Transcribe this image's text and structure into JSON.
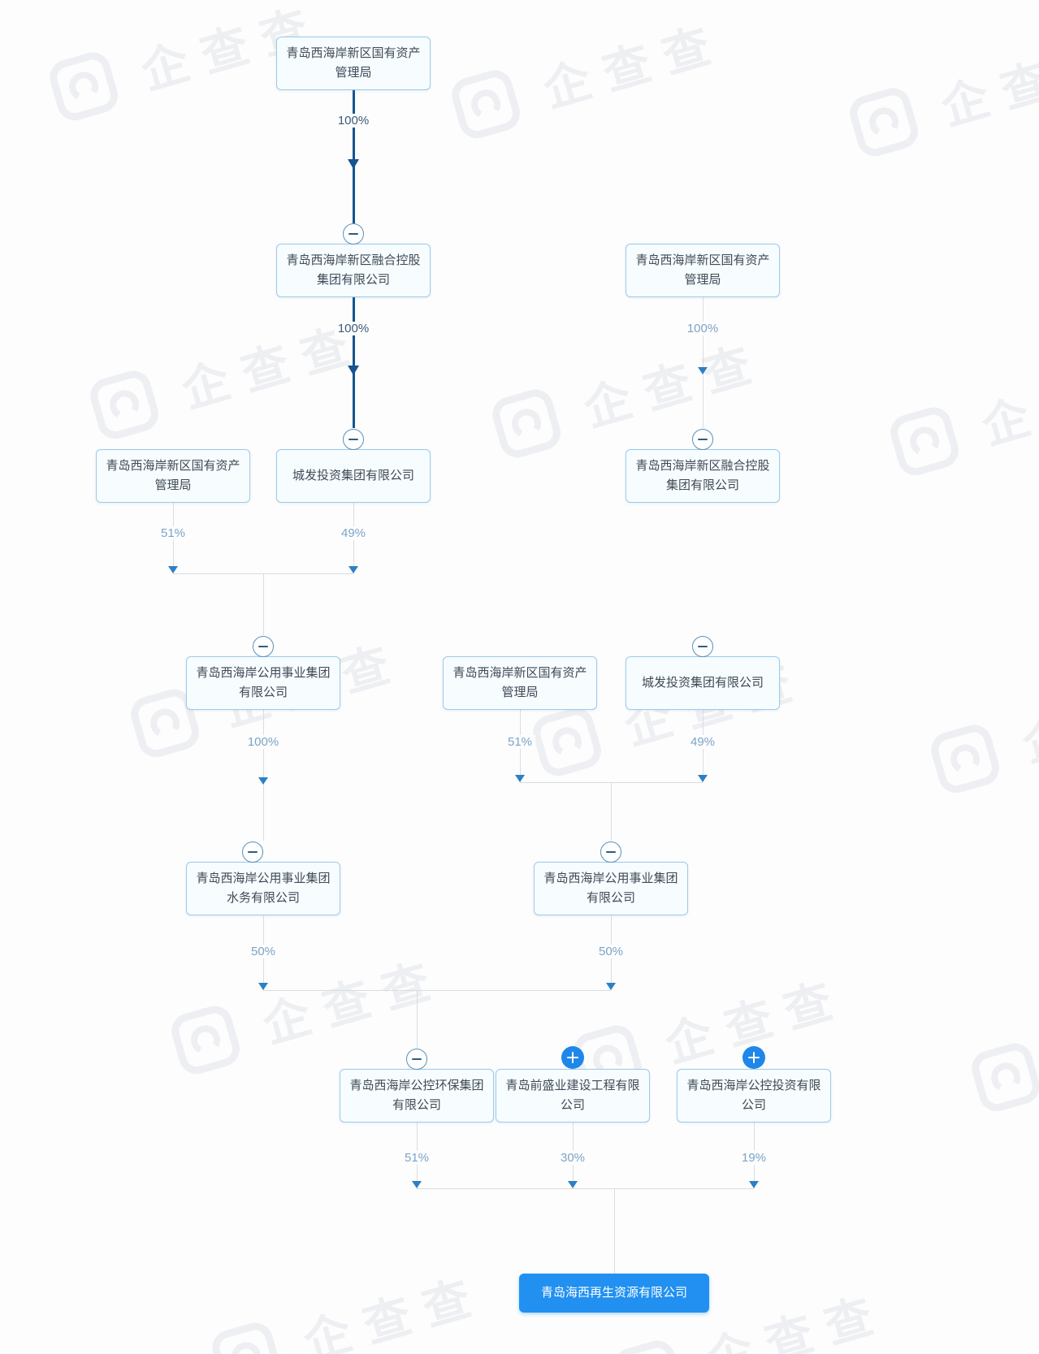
{
  "chart_title": "equity-structure-diagram",
  "watermark": {
    "text": "企查查"
  },
  "colors": {
    "accent_blue": "#1f87e8",
    "target_box_bg": "#2190f0",
    "dark_line": "#15548f",
    "light_line": "#d8dde2",
    "light_label": "#7ba3c7",
    "dark_label": "#3b5a79",
    "box_border": "#9ccbe9",
    "box_bg": "#f7fcff"
  },
  "company_nodes": {
    "n1": {
      "label": "青岛西海岸新区国有资产管理局"
    },
    "n2": {
      "label": "青岛西海岸新区融合控股集团有限公司"
    },
    "n3": {
      "label": "青岛西海岸新区国有资产管理局"
    },
    "n4": {
      "label": "城发投资集团有限公司"
    },
    "n5": {
      "label": "青岛西海岸公用事业集团有限公司"
    },
    "n6": {
      "label": "青岛西海岸公用事业集团水务有限公司"
    },
    "n7": {
      "label": "青岛西海岸新区国有资产管理局"
    },
    "n8": {
      "label": "青岛西海岸新区融合控股集团有限公司"
    },
    "n9": {
      "label": "青岛西海岸新区国有资产管理局"
    },
    "n10": {
      "label": "城发投资集团有限公司"
    },
    "n11": {
      "label": "青岛西海岸公用事业集团有限公司"
    },
    "n12": {
      "label": "青岛西海岸公控环保集团有限公司"
    },
    "n13": {
      "label": "青岛前盛业建设工程有限公司"
    },
    "n14": {
      "label": "青岛西海岸公控投资有限公司"
    },
    "n15": {
      "label": "青岛海西再生资源有限公司"
    }
  },
  "ownership_labels": {
    "e1": "100%",
    "e2": "100%",
    "e3": "51%",
    "e4": "49%",
    "e5": "100%",
    "e6": "100%",
    "e7": "51%",
    "e8": "49%",
    "e9": "50%",
    "e10": "50%",
    "e11": "51%",
    "e12": "30%",
    "e13": "19%"
  }
}
